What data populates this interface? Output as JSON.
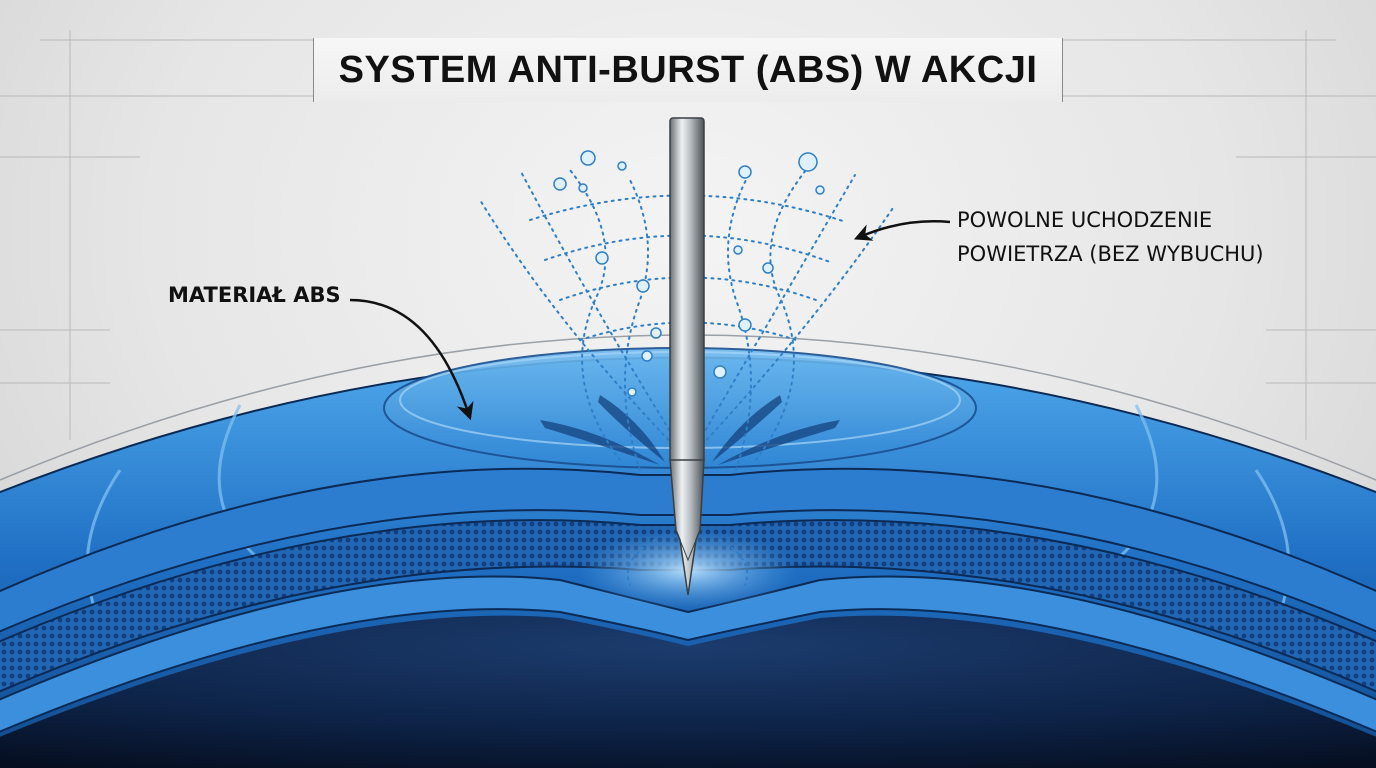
{
  "title": "SYSTEM ANTI-BURST (ABS) W AKCJI",
  "labels": {
    "material": "MATERIAŁ ABS",
    "air_line1": "POWOLNE UCHODZENIE",
    "air_line2": "POWIETRZA (BEZ WYBUCHU)"
  },
  "colors": {
    "ball_blue": "#1f6fc4",
    "ball_light": "#4aa3e6",
    "interior_dark": "#0b1a38",
    "needle": "#bfc4c9",
    "air_dots": "#2f7fc8",
    "background": "#e6e6e6"
  },
  "icons": [
    "needle-icon",
    "air-bubbles-icon",
    "arrow-icon"
  ]
}
